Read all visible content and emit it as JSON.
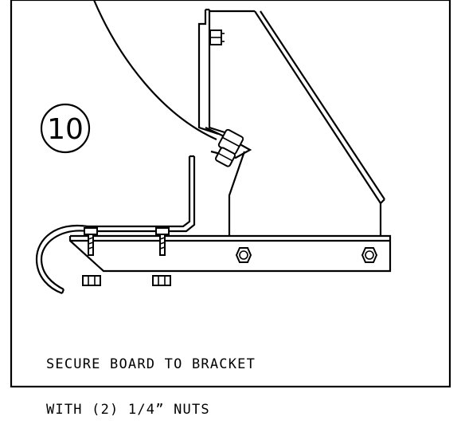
{
  "step": {
    "number": "10"
  },
  "instruction": {
    "line1": "SECURE BOARD TO BRACKET",
    "line2": "WITH (2) 1/4” NUTS"
  }
}
